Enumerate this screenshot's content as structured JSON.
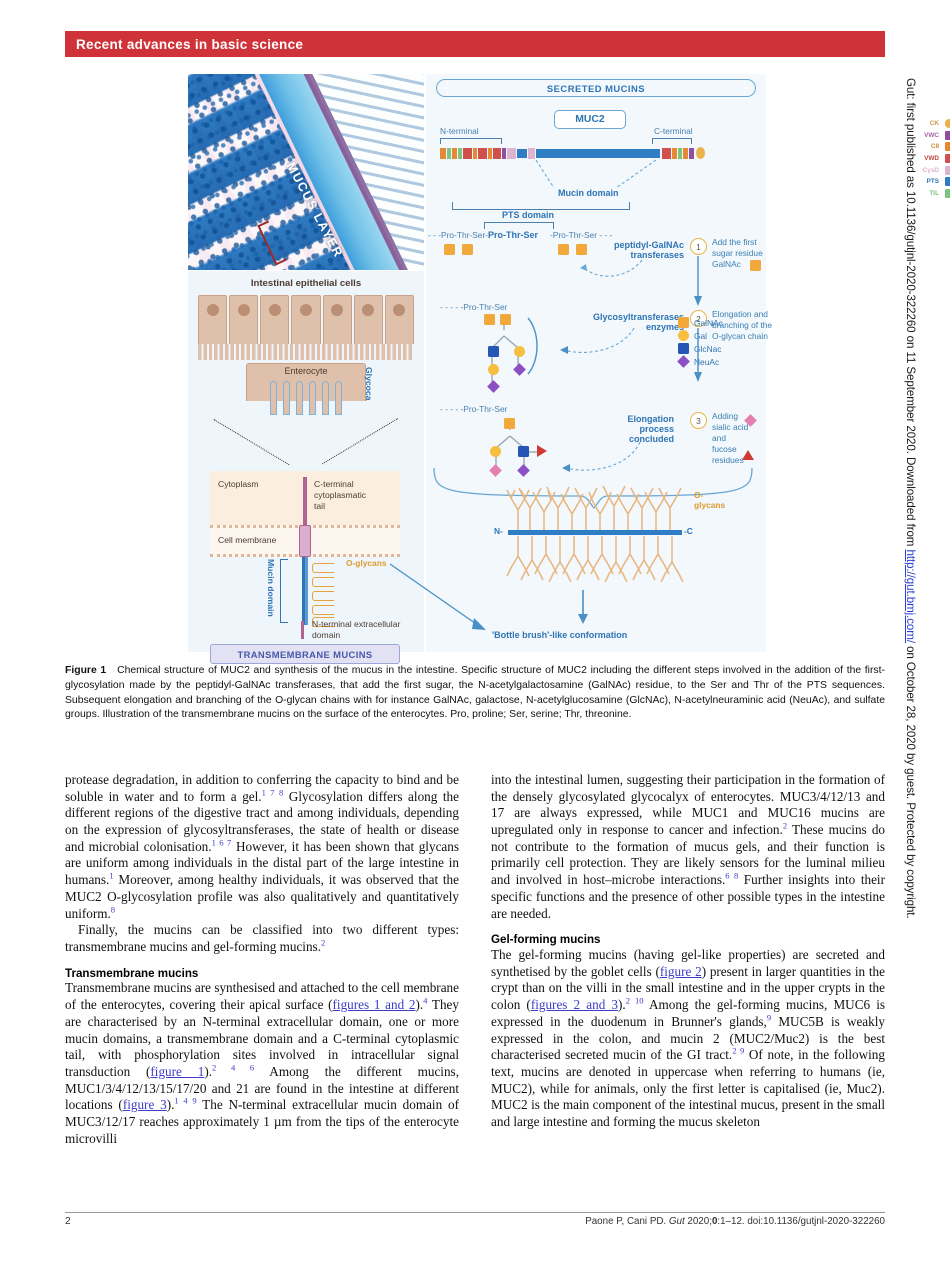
{
  "banner": {
    "label": "Recent advances in basic science",
    "color": "#cf3339"
  },
  "provenance": {
    "pre": "Gut: first published as 10.1136/gutjnl-2020-322260 on 11 September 2020. Downloaded from ",
    "link": "http://gut.bmj.com/",
    "post": " on October 28, 2020 by guest. Protected by copyright."
  },
  "figure": {
    "micrograph": {
      "label": "MUCUS LAYER"
    },
    "epithelium": {
      "title": "Intestinal epithelial cells",
      "enterocyte": "Enterocyte",
      "glycocalyx": "Glycocalyx"
    },
    "transmembrane": {
      "cytoplasm": "Cytoplasm",
      "c_terminal_tail": "C-terminal\ncytoplasmatic\ntail",
      "cell_membrane": "Cell membrane",
      "mucin_domain": "Mucin domain",
      "o_glycans": "O-glycans",
      "n_terminal": "N-terminal extracellular\ndomain",
      "title": "TRANSMEMBRANE MUCINS"
    },
    "secreted": {
      "title": "SECRETED MUCINS",
      "muc2": "MUC2",
      "n_terminal": "N-terminal",
      "c_terminal": "C-terminal",
      "mucin_domain": "Mucin domain",
      "pts_domain": "PTS domain",
      "pts_repeat_plain": "-Pro-Thr-Ser-",
      "pts_repeat_bold": "Pro-Thr-Ser",
      "pts_repeat_right": "-Pro-Thr-Ser - - -",
      "pts_repeat_left": "- - -Pro-Thr-Ser-",
      "pro_thr_ser_2": "- - - - -Pro-Thr-Ser",
      "pro_thr_ser_3": "- - - - -Pro-Thr-Ser",
      "enzyme_1": "peptidyl-GalNAc\ntransferases",
      "enzyme_2": "Glycosyltransferases\nenzymes",
      "enzyme_3": "Elongation\nprocess\nconcluded",
      "step_1_num": "1",
      "step_1_text": "Add the first\nsugar residue\nGalNAc",
      "step_2_num": "2",
      "step_2_text": "Elongation and\nbranching of the\nO-glycan chain",
      "step_3_num": "3",
      "step_3_text": "Adding\nsialic acid\nand\nfucose\nresidues",
      "o_glycans": "O-glycans",
      "n_tag": "N-",
      "c_tag": "-C",
      "bottle_brush": "'Bottle brush'-like conformation"
    },
    "domain_legend": [
      {
        "label": "CK",
        "color": "#e8b44a",
        "shape": "ellipse"
      },
      {
        "label": "VWC",
        "color": "#8e4f9e",
        "shape": "square"
      },
      {
        "label": "C8",
        "color": "#e58a34",
        "shape": "square"
      },
      {
        "label": "VWD",
        "color": "#d1504c",
        "shape": "square"
      },
      {
        "label": "CysD",
        "color": "#ddb4cf",
        "shape": "square"
      },
      {
        "label": "PTS",
        "color": "#2f7dc4",
        "shape": "square"
      },
      {
        "label": "TIL",
        "color": "#7cc47f",
        "shape": "square"
      }
    ],
    "sugar_legend": [
      {
        "label": "GalNAc",
        "color": "#f2a93b",
        "shape": "square"
      },
      {
        "label": "Gal",
        "color": "#f6bf3f",
        "shape": "circle"
      },
      {
        "label": "GlcNac",
        "color": "#2656b5",
        "shape": "square"
      },
      {
        "label": "NeuAc",
        "color": "#8c4fc4",
        "shape": "diamond"
      }
    ],
    "extra_legend": [
      {
        "label": "sialic-acid-diamond",
        "color": "#e47fb0",
        "shape": "diamond"
      },
      {
        "label": "fucose-triangle",
        "color": "#cf3a34",
        "shape": "triangle"
      }
    ]
  },
  "caption": {
    "label": "Figure 1",
    "text": "Chemical structure of MUC2 and synthesis of the mucus in the intestine. Specific structure of MUC2 including the different steps involved in the addition of the first-glycosylation made by the peptidyl-GalNAc transferases, that add the first sugar, the N-acetylgalactosamine (GalNAc) residue, to the Ser and Thr of the PTS sequences. Subsequent elongation and branching of the O-glycan chains with for instance GalNAc, galactose, N-acetylglucosamine (GlcNAc), N-acetylneuraminic acid (NeuAc), and sulfate groups. Illustration of the transmembrane mucins on the surface of the enterocytes. Pro, proline; Ser, serine; Thr, threonine."
  },
  "body": {
    "left": {
      "p1_a": "protease degradation, in addition to conferring the capacity to bind and be soluble in water and to form a gel.",
      "p1_a_ref": "1 7 8",
      "p1_b": " Glycosylation differs along the different regions of the digestive tract and among individuals, depending on the expression of glycosyltransferases, the state of health or disease and microbial colonisation.",
      "p1_b_ref": "1 6 7",
      "p1_c": " However, it has been shown that glycans are uniform among individuals in the distal part of the large intestine in humans.",
      "p1_c_ref": "1",
      "p1_d": " Moreover, among healthy individuals, it was observed that the MUC2 O-glycosylation profile was also qualitatively and quantitatively uniform.",
      "p1_d_ref": "8",
      "p2_a": "Finally, the mucins can be classified into two different types: transmembrane mucins and gel-forming mucins.",
      "p2_ref": "2",
      "h_transmembrane": "Transmembrane mucins",
      "p3_a": "Transmembrane mucins are synthesised and attached to the cell membrane of the enterocytes, covering their apical surface (",
      "p3_xref1": "figures 1 and 2",
      "p3_b": ").",
      "p3_b_ref": "4",
      "p3_c": " They are characterised by an N-terminal extracellular domain, one or more mucin domains, a transmembrane domain and a C-terminal cytoplasmic tail, with phosphorylation sites involved in intracellular signal transduction (",
      "p3_xref2": "figure 1",
      "p3_d": ").",
      "p3_d_ref": "2 4 6",
      "p3_e": " Among the different mucins, MUC1/3/4/12/13/15/17/20 and 21 are found in the intestine at different locations (",
      "p3_xref3": "figure 3",
      "p3_f": ").",
      "p3_f_ref": "1 4 9",
      "p3_g": " The N-terminal extracellular mucin domain of MUC3/12/17 reaches approximately 1 µm from the tips of the enterocyte microvilli"
    },
    "right": {
      "p1_a": "into the intestinal lumen, suggesting their participation in the formation of the densely glycosylated glycocalyx of enterocytes. MUC3/4/12/13 and 17 are always expressed, while MUC1 and MUC16 mucins are upregulated only in response to cancer and infection.",
      "p1_a_ref": "2",
      "p1_b": " These mucins do not contribute to the formation of mucus gels, and their function is primarily cell protection. They are likely sensors for the luminal milieu and involved in host–microbe interactions.",
      "p1_b_ref": "6 8",
      "p1_c": " Further insights into their specific functions and the presence of other possible types in the intestine are needed.",
      "h_gelforming": "Gel-forming mucins",
      "p2_a": "The gel-forming mucins (having gel-like properties) are secreted and synthetised by the goblet cells (",
      "p2_xref1": "figure 2",
      "p2_b": ") present in larger quantities in the crypt than on the villi in the small intestine and in the upper crypts in the colon (",
      "p2_xref2": "figures 2 and 3",
      "p2_c": ").",
      "p2_c_ref": "2 10",
      "p2_d": " Among the gel-forming mucins, MUC6 is expressed in the duodenum in Brunner's glands,",
      "p2_d_ref": "9",
      "p2_e": " MUC5B is weakly expressed in the colon, and mucin 2 (MUC2/Muc2) is the best characterised secreted mucin of the GI tract.",
      "p2_e_ref": "2 9",
      "p2_f": " Of note, in the following text, mucins are denoted in uppercase when referring to humans (ie, MUC2), while for animals, only the first letter is capitalised (ie, Muc2). MUC2 is the main component of the intestinal mucus, present in the small and large intestine and forming the mucus skeleton"
    }
  },
  "footer": {
    "page": "2",
    "authors": "Paone P, Cani PD. ",
    "journal": "Gut",
    "year": " 2020;",
    "volume": "0",
    "pages": ":1–12. doi:10.1136/gutjnl-2020-322260"
  }
}
